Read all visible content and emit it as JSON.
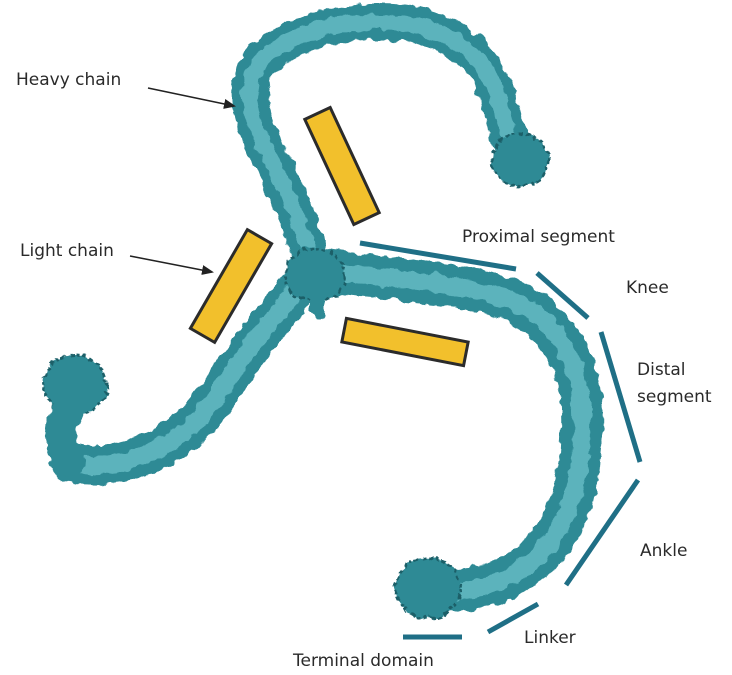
{
  "diagram": {
    "labels": {
      "heavy_chain": "Heavy chain",
      "light_chain": "Light chain",
      "proximal_segment": "Proximal segment",
      "knee": "Knee",
      "distal_segment_line1": "Distal",
      "distal_segment_line2": "segment",
      "ankle": "Ankle",
      "linker": "Linker",
      "terminal_domain": "Terminal domain"
    },
    "colors": {
      "chain": "#2e8a95",
      "chain_dark": "#1a5f68",
      "chain_light": "#5bb3bc",
      "light_chain_bar": "#f2c02c",
      "light_chain_outline": "#2b2b2b",
      "segment_marker": "#1f6f86",
      "label_text": "#2a2a2a",
      "arrow": "#222222"
    }
  }
}
